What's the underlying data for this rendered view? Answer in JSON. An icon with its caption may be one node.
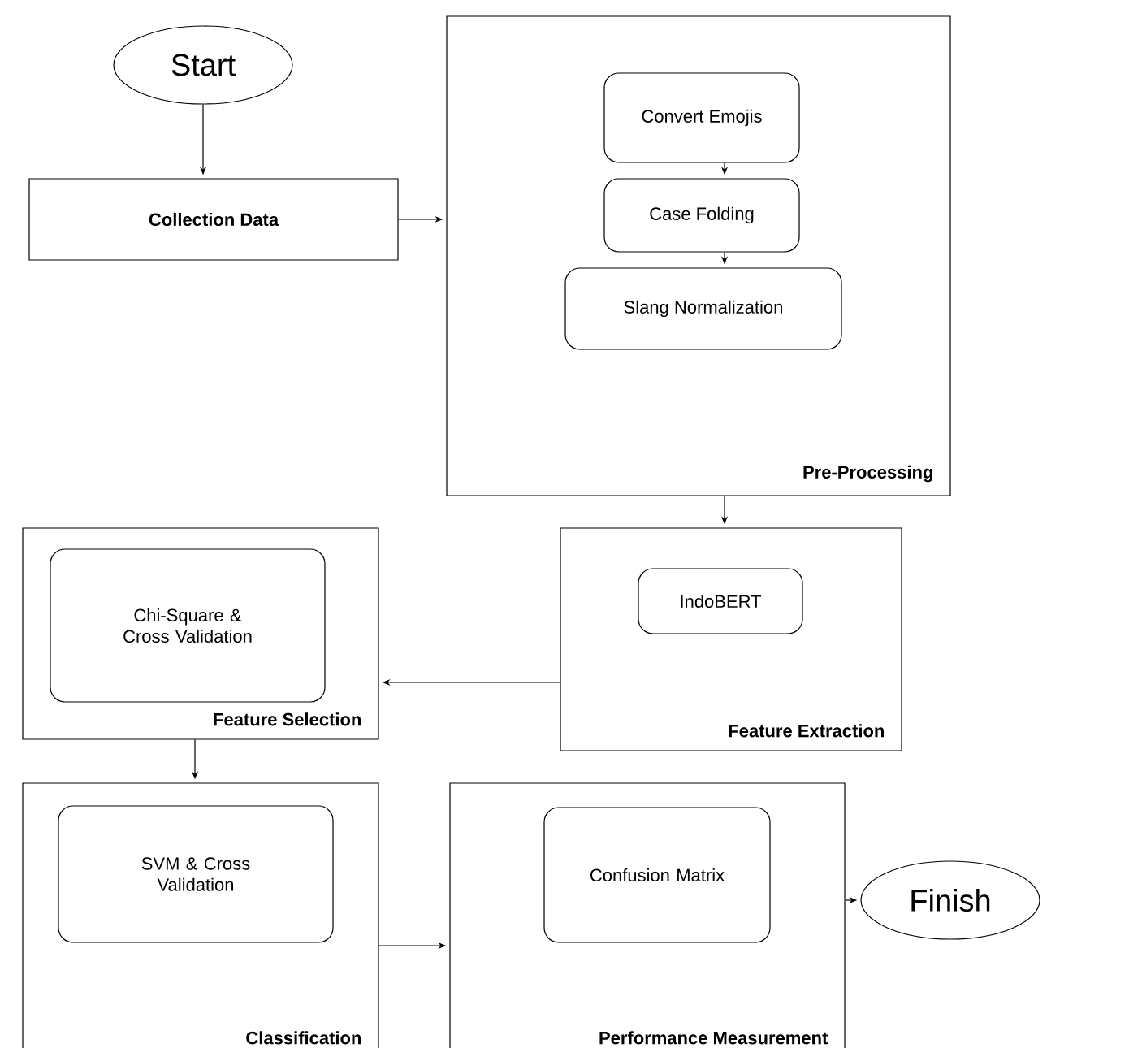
{
  "diagram": {
    "nodes": [
      {
        "text": [
          "Start"
        ]
      },
      {
        "text": [
          "Collection Data"
        ]
      },
      {
        "text": [
          "Pre-Processing"
        ]
      },
      {
        "text": [
          "Convert Emojis"
        ],
        "in": 2
      },
      {
        "text": [
          "Case Folding"
        ],
        "in": 2
      },
      {
        "text": [
          "Slang Normalization"
        ],
        "in": 2
      },
      {
        "text": [
          "Feature Extraction"
        ]
      },
      {
        "text": [
          "IndoBERT"
        ],
        "in": 6
      },
      {
        "text": [
          "Feature Selection"
        ]
      },
      {
        "text": [
          "Chi-Square & Cross Validation"
        ],
        "in": 8
      },
      {
        "text": [
          "Classification"
        ]
      },
      {
        "text": [
          "SVM & Cross Validation"
        ],
        "in": 10
      },
      {
        "text": [
          "Performance Measurement"
        ]
      },
      {
        "text": [
          "Confusion Matrix"
        ],
        "in": 12
      },
      {
        "text": [
          "Finish"
        ]
      }
    ],
    "edges": [
      {
        "from": 0,
        "to": 1,
        "arrow": "to"
      },
      {
        "from": 1,
        "to": 2,
        "arrow": "to"
      },
      {
        "from": 3,
        "to": 4,
        "arrow": "to"
      },
      {
        "from": 4,
        "to": 5,
        "arrow": "to"
      },
      {
        "from": 2,
        "to": 6,
        "arrow": "to"
      },
      {
        "from": 6,
        "to": 8,
        "arrow": "to"
      },
      {
        "from": 8,
        "to": 10,
        "arrow": "to"
      },
      {
        "from": 10,
        "to": 12,
        "arrow": "to"
      },
      {
        "from": 12,
        "to": 14,
        "arrow": "to"
      }
    ]
  }
}
